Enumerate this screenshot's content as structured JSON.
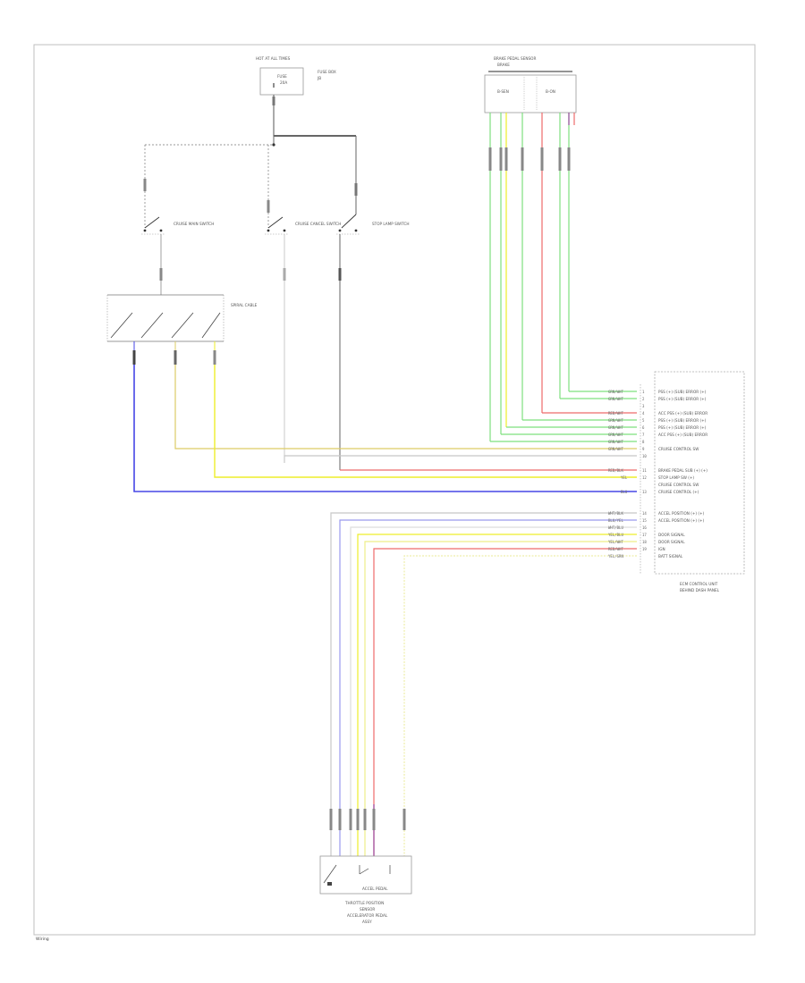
{
  "diagram": {
    "footer_label": "Wiring",
    "top_fuse": {
      "caption": "HOT AT ALL TIMES",
      "fuse_name": "FUSE",
      "fuse_rating": "20A",
      "box_label": "FUSE BOX",
      "junction_label": "JB"
    },
    "switches": [
      {
        "label": "CRUISE MAIN SWITCH"
      },
      {
        "label": "CRUISE CANCEL SWITCH"
      },
      {
        "label": "STOP LAMP SWITCH"
      }
    ],
    "spiral_cable": {
      "label": "SPIRAL CABLE"
    },
    "brake_connector": {
      "title": "BRAKE PEDAL SENSOR",
      "subtitle": "BRAKE",
      "pin_labels": [
        "B-SEN",
        "B-ON"
      ]
    },
    "ecm": {
      "title": "ECM",
      "pin_labels": [
        "PSS (+) (SUB) ERROR (+)",
        "PSS (+) (SUB) ERROR (+)",
        "ACC PSS (+) (SUB) ERROR",
        "PSS (+) (SUB) ERROR (+)",
        "PSS (+) (SUB) ERROR (+)",
        "ACC PSS (+) (SUB) ERROR",
        "CRUISE CONTROL SW",
        "BRAKE PEDAL SUB (+) (+)",
        "STOP LAMP SW (+)",
        "CRUISE CONTROL SW",
        "CRUISE CONTROL (+)",
        "",
        "ACCEL POSITION (+) (+)",
        "ACCEL POSITION (+) (+)",
        "DOOR SIGNAL",
        "DOOR SIGNAL",
        "IGN",
        "BATT SIGNAL"
      ],
      "wire_codes": [
        "GRN/WHT",
        "GRN/WHT",
        "RED/WHT",
        "GRN/WHT",
        "GRN/WHT",
        "GRN/WHT",
        "GRN/WHT",
        "GRN/WHT",
        "RED/BLK",
        "YEL",
        "BLU",
        "WHT/BLK",
        "BLU/YEL",
        "WHT/BLU",
        "YEL/BLU",
        "YEL/WHT",
        "RED/WHT",
        "YEL/GRN"
      ],
      "pin_numbers": [
        "1",
        "2",
        "3",
        "4",
        "5",
        "6",
        "7",
        "8",
        "9",
        "10",
        "11",
        "12",
        "13",
        "14",
        "15",
        "16",
        "17",
        "18",
        "19"
      ],
      "caption_line1": "ECM CONTROL UNIT",
      "caption_line2": "BEHIND DASH PANEL"
    },
    "accel_sensor": {
      "label": "ACCEL PEDAL",
      "caption_line1": "THROTTLE POSITION",
      "caption_line2": "SENSOR",
      "caption_line3": "ACCELERATOR PEDAL",
      "caption_line4": "ASSY"
    },
    "colors": {
      "green": "#7ee07e",
      "red": "#ee6a6a",
      "yellow": "#eeee2a",
      "blue": "#4646e6",
      "tan": "#ddcc66",
      "gray": "#9a9a9a",
      "light_gray": "#c8c8c8",
      "pink": "#e87aa0",
      "violet": "#9a4aa0"
    }
  }
}
